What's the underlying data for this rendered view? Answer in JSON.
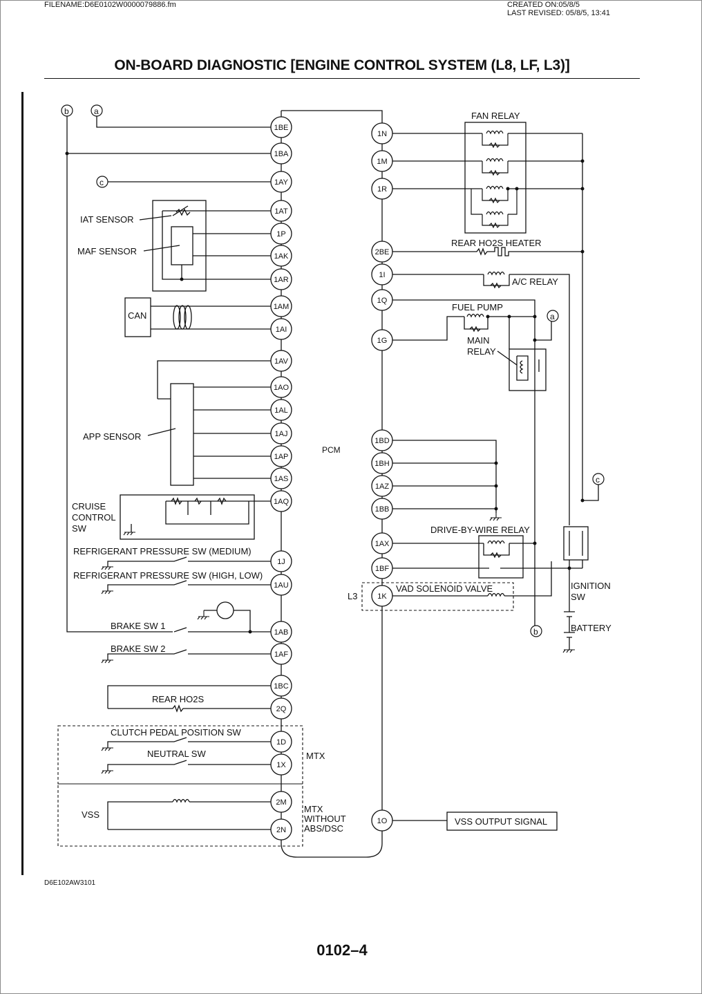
{
  "header": {
    "filename": "FILENAME:D6E0102W0000079886.fm",
    "created": "CREATED ON:05/8/5",
    "revised": "LAST REVISED: 05/8/5, 13:41"
  },
  "title": "ON-BOARD DIAGNOSTIC [ENGINE CONTROL SYSTEM (L8, LF, L3)]",
  "figure_id": "D6E102AW3101",
  "page_number": "0102–4",
  "diagram": {
    "pcm_label": "PCM",
    "left_pins": [
      "1BE",
      "1BA",
      "1AY",
      "1AT",
      "1P",
      "1AK",
      "1AR",
      "1AM",
      "1AI",
      "1AV",
      "1AO",
      "1AL",
      "1AJ",
      "1AP",
      "1AS",
      "1AQ",
      "1J",
      "1AU",
      "1AB",
      "1AF",
      "1BC",
      "2Q",
      "1D",
      "1X",
      "2M",
      "2N"
    ],
    "right_pins": [
      "1N",
      "1M",
      "1R",
      "2BE",
      "1I",
      "1Q",
      "1G",
      "1BD",
      "1BH",
      "1AZ",
      "1BB",
      "1AX",
      "1BF",
      "1K",
      "1O"
    ],
    "connectors": {
      "a": "a",
      "b": "b",
      "c": "c"
    },
    "labels": {
      "iat_sensor": "IAT SENSOR",
      "maf_sensor": "MAF SENSOR",
      "can": "CAN",
      "app_sensor": "APP SENSOR",
      "cruise": [
        "CRUISE",
        "CONTROL",
        "SW"
      ],
      "refrig_medium": "REFRIGERANT PRESSURE SW (MEDIUM)",
      "refrig_high": "REFRIGERANT PRESSURE SW (HIGH, LOW)",
      "brake_sw1": "BRAKE  SW 1",
      "brake_sw2": "BRAKE  SW 2",
      "rear_ho2s": "REAR HO2S",
      "clutch_sw": "CLUTCH PEDAL POSITION SW",
      "neutral_sw": "NEUTRAL SW",
      "mtx": "MTX",
      "vss": "VSS",
      "mtx_abs": [
        "MTX",
        "WITHOUT",
        "ABS/DSC"
      ],
      "fan_relay": "FAN RELAY",
      "rear_ho2s_heater": "REAR HO2S HEATER",
      "ac_relay": "A/C RELAY",
      "fuel_pump": "FUEL PUMP",
      "main_relay": [
        "MAIN",
        "RELAY"
      ],
      "dbw_relay": "DRIVE-BY-WIRE RELAY",
      "l3": "L3",
      "vad_valve": "VAD SOLENOID VALVE",
      "vss_output": "VSS OUTPUT SIGNAL",
      "ignition_sw": [
        "IGNITION",
        "SW"
      ],
      "battery": "BATTERY"
    }
  }
}
